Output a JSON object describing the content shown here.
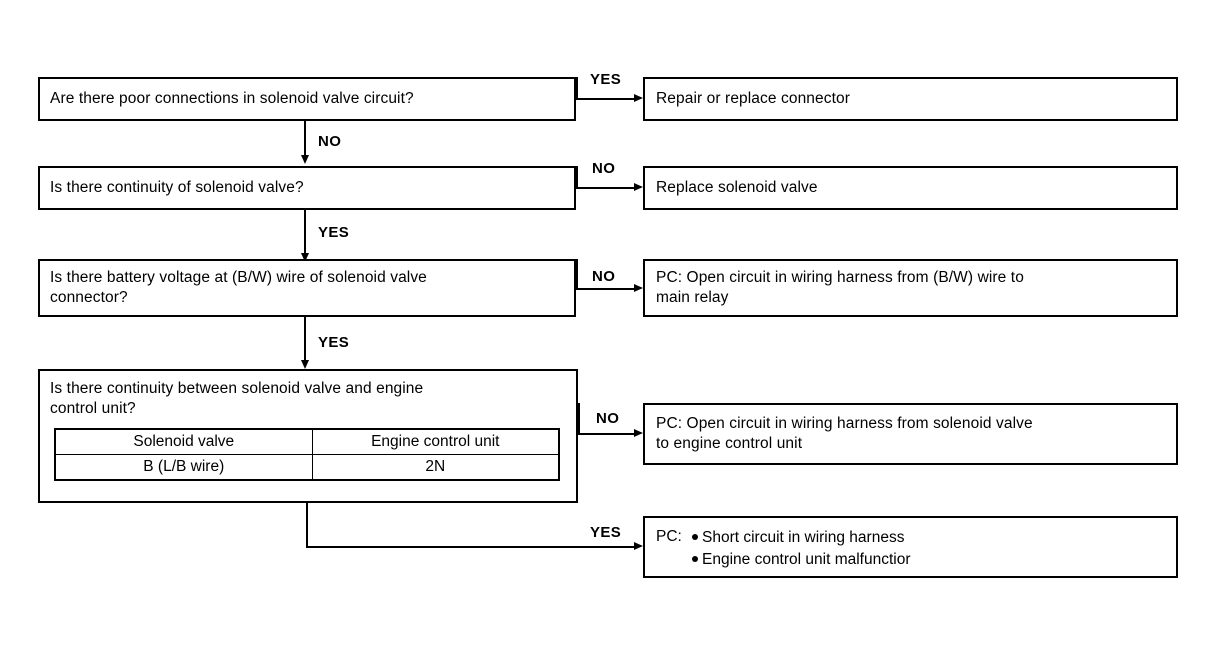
{
  "diagram": {
    "title": "Solenoid valve circuit troubleshooting flowchart",
    "line_color": "#000000",
    "background_color": "#ffffff",
    "questions": [
      {
        "id": "q1",
        "text": "Are there poor connections in solenoid valve circuit?"
      },
      {
        "id": "q2",
        "text": "Is there continuity of solenoid valve?"
      },
      {
        "id": "q3",
        "text": "Is there battery voltage at (B/W) wire of solenoid valve\nconnector?"
      },
      {
        "id": "q4",
        "text": "Is there continuity between solenoid valve and engine\ncontrol unit?"
      }
    ],
    "inner_table": {
      "headers": [
        "Solenoid valve",
        "Engine control unit"
      ],
      "rows": [
        [
          "B (L/B wire)",
          "2N"
        ]
      ]
    },
    "results": [
      {
        "id": "r1",
        "text": "Repair or replace connector"
      },
      {
        "id": "r2",
        "text": "Replace solenoid valve"
      },
      {
        "id": "r3",
        "text": "PC: Open circuit in wiring harness from (B/W) wire to\nmain relay"
      },
      {
        "id": "r4",
        "text": "PC: Open circuit in wiring harness from solenoid valve\nto engine control unit"
      },
      {
        "id": "r5",
        "prefix": "PC:",
        "bullets": [
          "Short circuit in wiring harness",
          "Engine control unit malfunctior"
        ]
      }
    ],
    "branch_labels": {
      "q1_right": "YES",
      "q1_down": "NO",
      "q2_right": "NO",
      "q2_down": "YES",
      "q3_right": "NO",
      "q3_down": "YES",
      "q4_right": "NO",
      "q4_bottom": "YES"
    }
  }
}
